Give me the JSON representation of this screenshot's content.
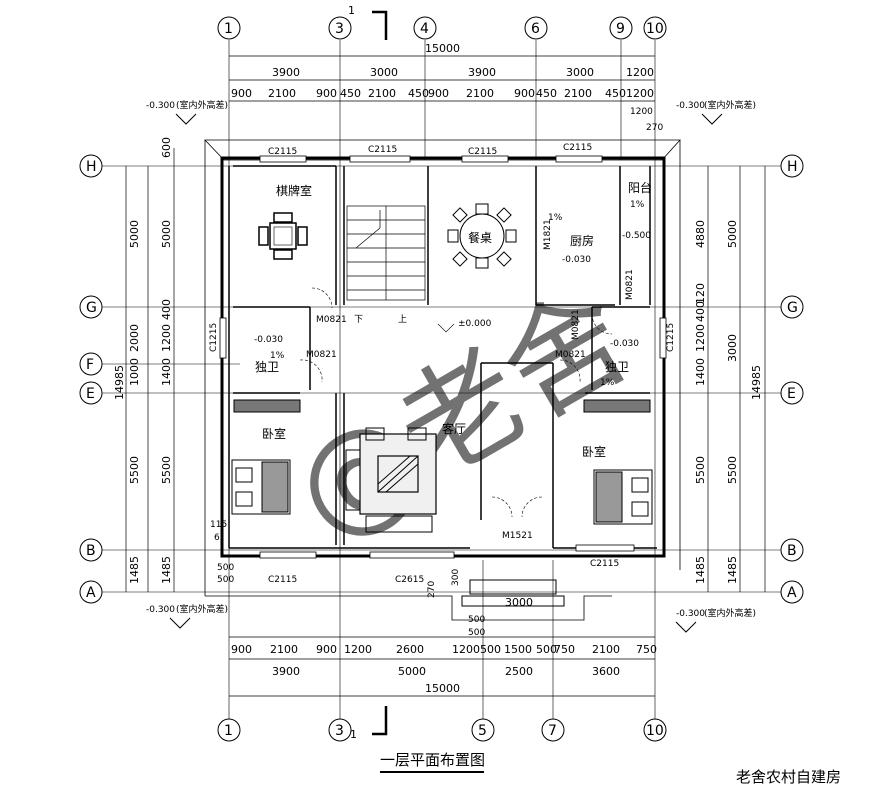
{
  "title": "一层平面布置图",
  "watermark": {
    "text": "@老舍",
    "caption": "老舍农村自建房"
  },
  "total_width": "15000",
  "depth": "14985",
  "axes_top": [
    "1",
    "3",
    "4",
    "6",
    "9",
    "10"
  ],
  "axes_bottom": [
    "1",
    "3",
    "5",
    "7",
    "10"
  ],
  "axes_side": [
    "H",
    "G",
    "F",
    "E",
    "B",
    "A"
  ],
  "section_mark": "1",
  "top_dims_major": [
    "3900",
    "3000",
    "3900",
    "3000",
    "1200"
  ],
  "top_dims_minor": [
    "900",
    "2100",
    "900",
    "450",
    "2100",
    "450",
    "900",
    "2100",
    "900",
    "450",
    "2100",
    "450",
    "1200"
  ],
  "bottom_dims_minor": [
    "900",
    "2100",
    "900",
    "1200",
    "2600",
    "1200",
    "500",
    "1500",
    "500",
    "750",
    "2100",
    "750"
  ],
  "bottom_dims_major": [
    "3900",
    "5000",
    "2500",
    "3600"
  ],
  "porch_width": "3000",
  "left_dims_outer": [
    "5000",
    "2000",
    "1000",
    "5500",
    "1485"
  ],
  "left_dims_inner": [
    "600",
    "5000",
    "400",
    "1200",
    "1400",
    "5500"
  ],
  "right_dims_outer": [
    "5000",
    "3000",
    "5500",
    "1485"
  ],
  "right_dims_inner": [
    "4880",
    "120",
    "400",
    "1200",
    "1400",
    "5500"
  ],
  "levels": {
    "outside": "-0.300",
    "outside_note": "(室内外高差)",
    "floor": "±0.000",
    "bath": "-0.030",
    "kitchen": "-0.030",
    "balcony": "-0.500"
  },
  "windows": [
    "C2115",
    "C2115",
    "C2115",
    "C2115",
    "C1215",
    "C1215",
    "C2115",
    "C2615",
    "C2115"
  ],
  "doors": [
    "M0821",
    "M0821",
    "M0821",
    "M0821",
    "M0821",
    "M1821",
    "M1521"
  ],
  "rooms": {
    "chess": "棋牌室",
    "dining": "餐桌",
    "kitchen": "厨房",
    "balcony": "阳台",
    "bath_l": "独卫",
    "bath_r": "独卫",
    "bedroom_l": "卧室",
    "bedroom_r": "卧室",
    "living": "客厅"
  },
  "slope": "1%",
  "stair": {
    "down": "下",
    "up": "上"
  },
  "misc_dims": {
    "a": "270",
    "b": "1200",
    "c": "115",
    "d": "6",
    "e": "300",
    "f": "500",
    "g": "270",
    "h": "500"
  },
  "colors": {
    "line": "#000000",
    "watermark": "#f4b6b6"
  }
}
